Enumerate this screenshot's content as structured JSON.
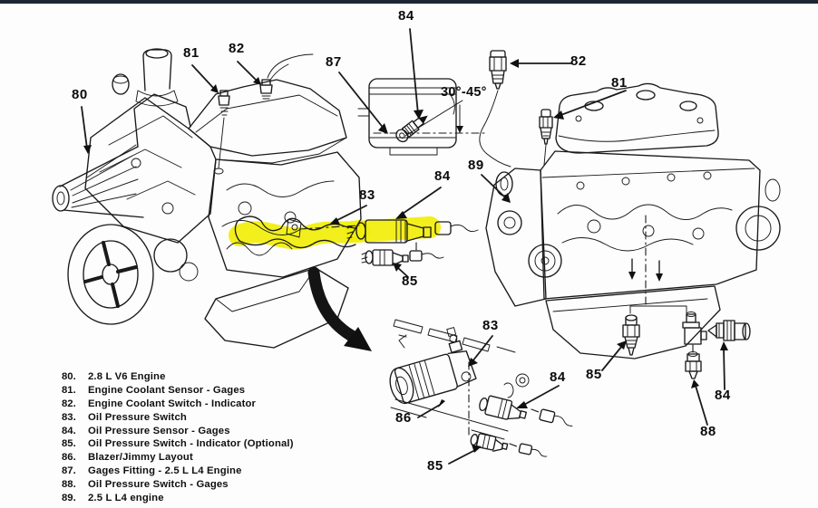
{
  "colors": {
    "background": "#fdfdfd",
    "top_rule": "#1c2733",
    "line_art": "#1a1a1a",
    "highlight": "#f2ee0a"
  },
  "annotations": {
    "angle_note": "30°-45°"
  },
  "callouts": {
    "v6_engine": "80",
    "v6_coolant_sensor": "81",
    "v6_coolant_switch": "82",
    "v6_oil_switch": "83",
    "v6_oil_sensor": "84",
    "v6_oil_switch_indicator": "85",
    "fitting_sensor": "84",
    "gages_fitting": "87",
    "l4_coolant_switch": "82",
    "l4_coolant_sensor": "81",
    "l4_engine": "89",
    "blazer_oil_switch": "83",
    "blazer_oil_sensor": "84",
    "blazer_layout": "86",
    "blazer_oil_switch_indicator": "85",
    "br_oil_switch_indicator": "85",
    "br_oil_sensor": "84",
    "br_oil_switch_gages": "88"
  },
  "legend": {
    "items": [
      {
        "num": "80.",
        "text": "2.8 L V6 Engine"
      },
      {
        "num": "81.",
        "text": "Engine Coolant Sensor - Gages"
      },
      {
        "num": "82.",
        "text": "Engine Coolant Switch - Indicator"
      },
      {
        "num": "83.",
        "text": "Oil Pressure Switch"
      },
      {
        "num": "84.",
        "text": "Oil Pressure Sensor - Gages"
      },
      {
        "num": "85.",
        "text": "Oil Pressure Switch - Indicator (Optional)"
      },
      {
        "num": "86.",
        "text": "Blazer/Jimmy Layout"
      },
      {
        "num": "87.",
        "text": "Gages Fitting - 2.5 L L4 Engine"
      },
      {
        "num": "88.",
        "text": "Oil Pressure Switch - Gages"
      },
      {
        "num": "89.",
        "text": "2.5 L L4 engine"
      }
    ]
  }
}
